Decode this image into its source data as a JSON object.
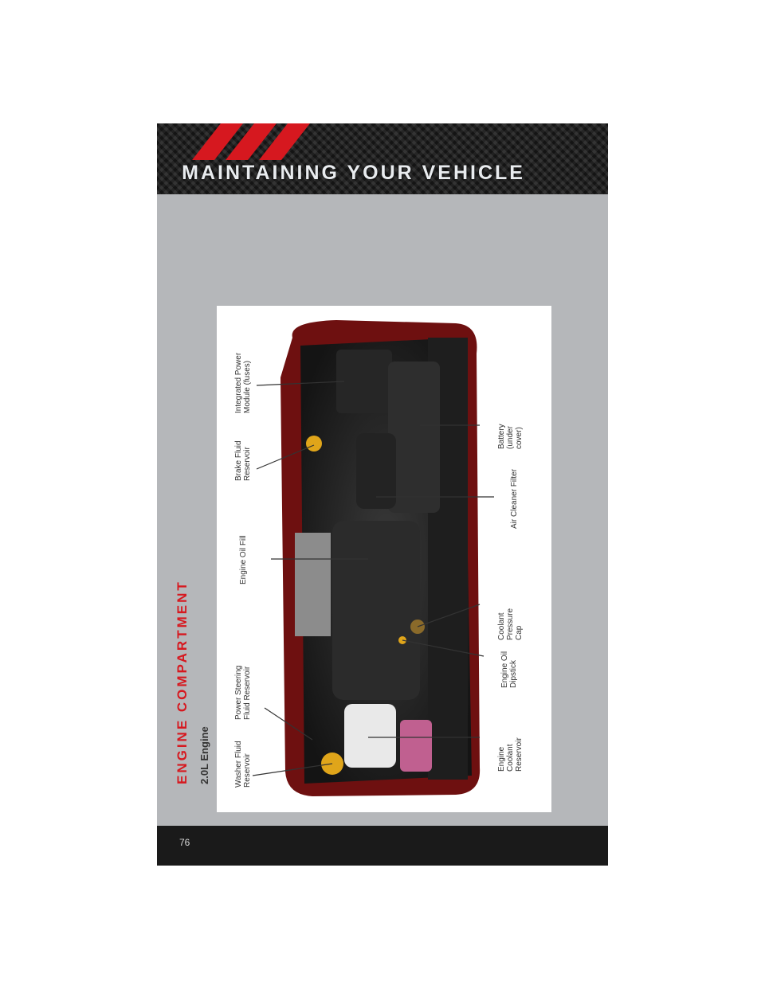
{
  "header": {
    "title": "MAINTAINING YOUR VEHICLE"
  },
  "section": {
    "title": "ENGINE COMPARTMENT",
    "subtitle": "2.0L Engine"
  },
  "figure": {
    "labels": {
      "integrated_power_module": "Integrated Power\nModule (fuses)",
      "brake_fluid": "Brake Fluid\nReservoir",
      "engine_oil_fill": "Engine Oil Fill",
      "power_steering": "Power Steering\nFluid Reservoir",
      "washer_fluid": "Washer Fluid\nReservoir",
      "battery": "Battery\n(under\ncover)",
      "air_cleaner": "Air Cleaner Filter",
      "coolant_cap": "Coolant\nPressure\nCap",
      "oil_dipstick": "Engine Oil\nDipstick",
      "coolant_reservoir": "Engine\nCoolant\nReservoir"
    }
  },
  "footer": {
    "page_number": "76"
  },
  "colors": {
    "accent": "#d6181f",
    "page_bg": "#b5b7ba",
    "header_bg": "#1c1c1c"
  }
}
